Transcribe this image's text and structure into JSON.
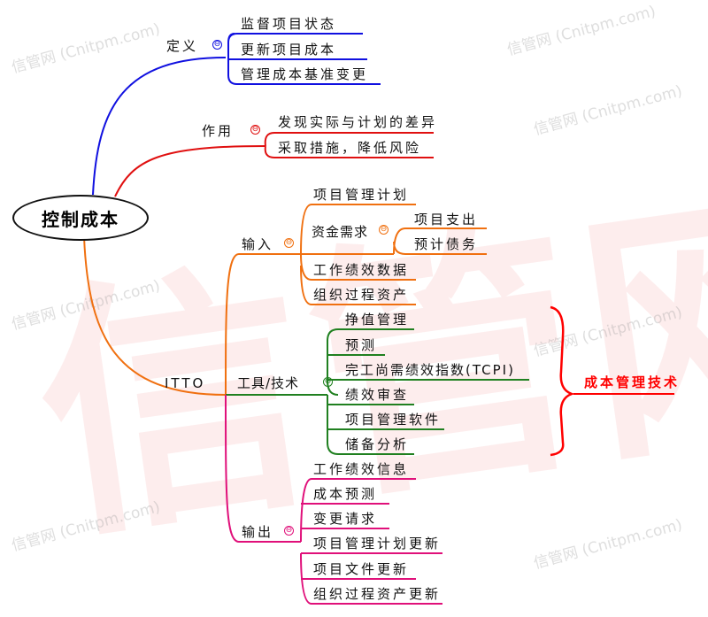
{
  "watermark": {
    "big": "信管网",
    "small": "信管网 (Cnitpm.com)"
  },
  "root": "控制成本",
  "colors": {
    "definition": "#1010e0",
    "purpose": "#e01010",
    "input": "#f07010",
    "tools": "#208020",
    "output": "#e0107a",
    "highlight": "#ff0000"
  },
  "definition": {
    "label": "定义",
    "items": [
      "监督项目状态",
      "更新项目成本",
      "管理成本基准变更"
    ]
  },
  "purpose": {
    "label": "作用",
    "items": [
      "发现实际与计划的差异",
      "采取措施，降低风险"
    ]
  },
  "itto": {
    "label": "ITTO",
    "inputs": {
      "label": "输入",
      "items": [
        "项目管理计划",
        "资金需求",
        "工作绩效数据",
        "组织过程资产"
      ],
      "funding": [
        "项目支出",
        "预计债务"
      ]
    },
    "tools": {
      "label": "工具/技术",
      "items": [
        "挣值管理",
        "预测",
        "完工尚需绩效指数(TCPI)",
        "绩效审查",
        "项目管理软件",
        "储备分析"
      ],
      "group_note": "成本管理技术"
    },
    "outputs": {
      "label": "输出",
      "items": [
        "工作绩效信息",
        "成本预测",
        "变更请求",
        "项目管理计划更新",
        "项目文件更新",
        "组织过程资产更新"
      ]
    }
  },
  "collapse_symbol": "⊖"
}
